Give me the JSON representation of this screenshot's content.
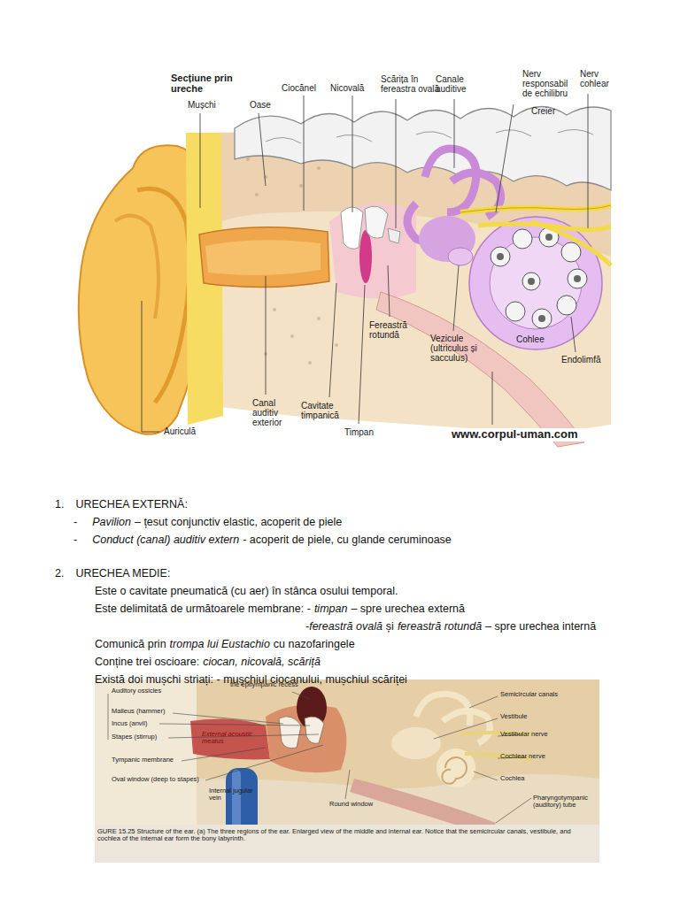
{
  "diagram": {
    "title": "Secțiune prin ureche",
    "labels": [
      "Mușchi",
      "Oase",
      "Ciocănel",
      "Nicovală",
      "Scărița în fereastra ovală",
      "Canale auditive",
      "Nerv responsabil de echilibru",
      "Nerv cohlear",
      "Creier",
      "Fereastră rotundă",
      "Cohlee",
      "Endolimfă",
      "Vezicule (ultriculus și sacculus)",
      "Canal auditiv exterior",
      "Cavitate timpanică",
      "Auriculă",
      "Timpan",
      "www.corpul-uman.com",
      "1.",
      "URECHEA EXTERNĂ:",
      "-",
      "Pavilion",
      "– țesut conjunctiv elastic, acoperit de piele",
      "-",
      "Conduct (canal) auditiv extern",
      "- acoperit de piele, cu glande ceruminoase",
      "2.",
      "URECHEA MEDIE:",
      "Este o cavitate pneumatică (cu aer) în stânca osului temporal.",
      "Este delimitată de următoarele membrane: -",
      "timpan",
      "– spre urechea externă",
      "-",
      "fereastră ovală",
      "și",
      "fereastră rotundă",
      "– spre urechea internă",
      "Comunică prin",
      "trompa lui Eustachio",
      "cu nazofaringele",
      "Conține trei oscioare:",
      "ciocan, nicovală, scăriță",
      "Există doi mușchi striați: - mușchiul ciocanului, mușchiul scăriței",
      "Auditory ossicles",
      "Malleus (hammer)",
      "Incus (anvil)",
      "Stapes (stirrup)",
      "the epitympanic recess",
      "Semicircular canals",
      "Vestibule",
      "Vestibular nerve",
      "Cochlear nerve",
      "Cochlea",
      "External acoustic meatus",
      "Tympanic membrane",
      "Oval window (deep to stapes)",
      "Internal jugular vein",
      "Round window",
      "Pharyngotympanic (auditory) tube",
      "GURE 15.25 Structure of the ear. (a) The three regions of the ear. Enlarged view of the middle and internal ear. Notice that the semicircular canals, vestibule, and cochlea of the internal ear form the bony labyrinth."
    ]
  }
}
